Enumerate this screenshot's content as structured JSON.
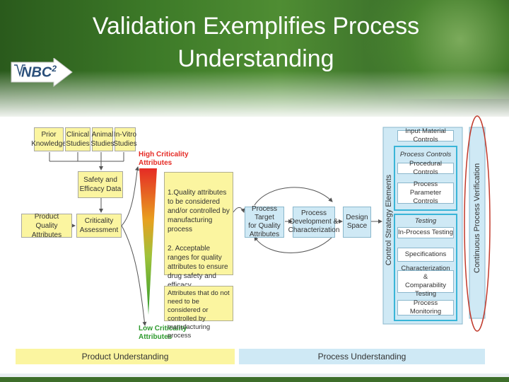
{
  "slide": {
    "title_line1": "Validation Exemplifies Process",
    "title_line2": "Understanding",
    "logo_text": "NBC",
    "logo_sup": "2"
  },
  "diagram": {
    "top_sources": [
      {
        "line1": "Prior",
        "line2": "Knowledge"
      },
      {
        "line1": "Clinical",
        "line2": "Studies"
      },
      {
        "line1": "Animal",
        "line2": "Studies"
      },
      {
        "line1": "In-Vitro",
        "line2": "Studies"
      }
    ],
    "safety_efficacy": {
      "line1": "Safety and",
      "line2": "Efficacy Data"
    },
    "product_quality": {
      "line1": "Product Quality",
      "line2": "Attributes"
    },
    "criticality": {
      "line1": "Criticality",
      "line2": "Assessment"
    },
    "high_label": {
      "line1": "High Criticality",
      "line2": "Attributes"
    },
    "low_label": {
      "line1": "Low Criticality",
      "line2": "Attributes"
    },
    "attr_box": {
      "item1": "1.Quality attributes to be considered and/or controlled by manufacturing process",
      "item2": "2. Acceptable ranges for quality attributes to ensure drug safety and efficacy"
    },
    "attr_low": "Attributes that do not need to be considered or controlled by manufacturing process",
    "process_target": {
      "line1": "Process Target",
      "line2": "for Quality",
      "line3": "Attributes"
    },
    "process_dev": {
      "line1": "Process",
      "line2": "Development &",
      "line3": "Characterization"
    },
    "design_space": {
      "line1": "Design",
      "line2": "Space"
    },
    "control_strategy_label": "Control Strategy Elements",
    "cpv_label": "Continuous Process Verification",
    "right_items": {
      "input_material": "Input Material Controls",
      "process_controls_hdr": "Process Controls",
      "procedural": "Procedural Controls",
      "process_param": {
        "line1": "Process Parameter",
        "line2": "Controls"
      },
      "testing_hdr": "Testing",
      "in_process": "In-Process Testing",
      "specs": "Specifications",
      "characterization": {
        "line1": "Characterization &",
        "line2": "Comparability Testing"
      },
      "monitoring": "Process Monitoring"
    },
    "bottom_bands": {
      "product": "Product Understanding",
      "process": "Process Understanding"
    }
  },
  "colors": {
    "box_yellow": "#fbf5a0",
    "box_blue": "#cfe9f5",
    "high_red": "#e52b25",
    "low_green": "#2d9a2d",
    "oval_red": "#c0392b"
  }
}
